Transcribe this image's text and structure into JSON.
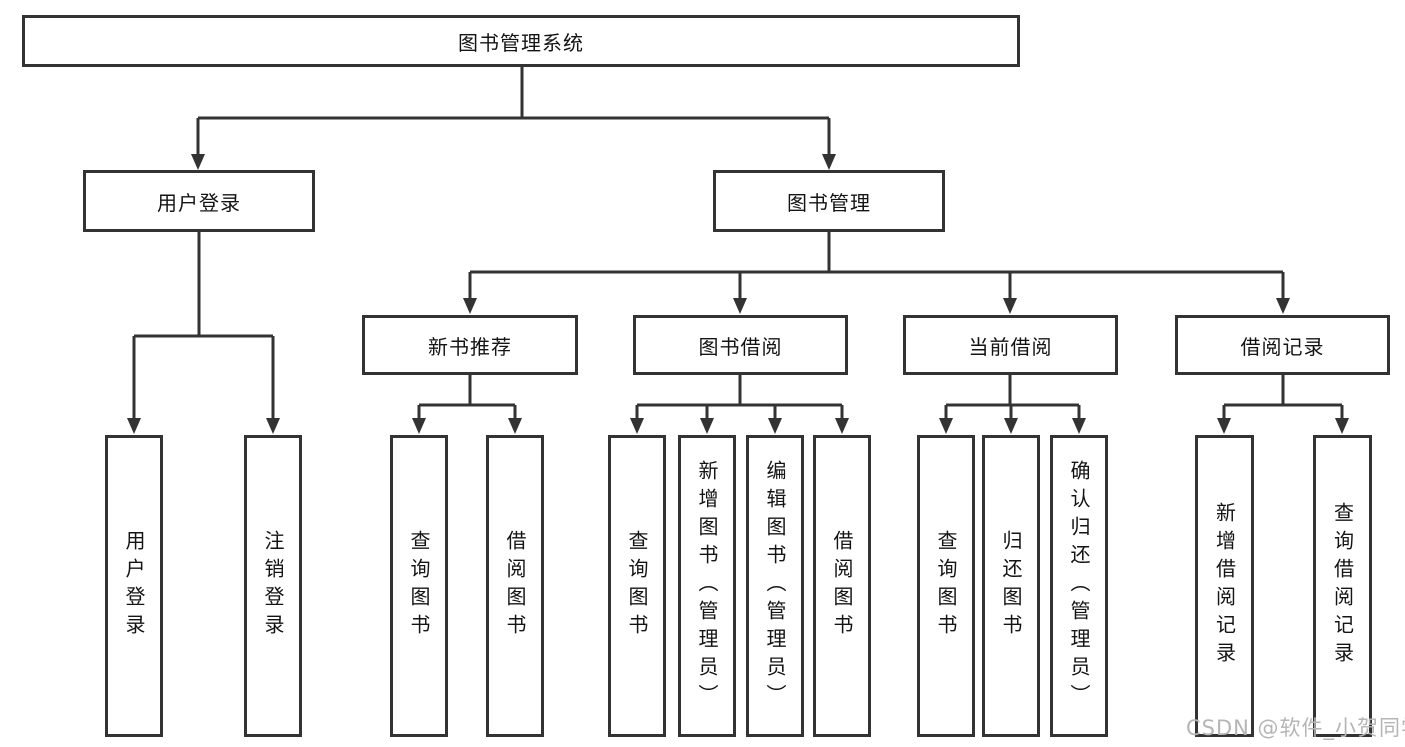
{
  "diagram": {
    "title": "图书管理系统",
    "level2": {
      "user_login": "用户登录",
      "book_management": "图书管理"
    },
    "level3": {
      "new_book_recommend": "新书推荐",
      "book_borrow": "图书借阅",
      "current_borrow": "当前借阅",
      "borrow_records": "借阅记录"
    },
    "leaves": {
      "login": [
        "用户登录",
        "注销登录"
      ],
      "recommend": [
        "查询图书",
        "借阅图书"
      ],
      "borrow": [
        "查询图书",
        "新增图书（管理员）",
        "编辑图书（管理员）",
        "借阅图书"
      ],
      "current": [
        "查询图书",
        "归还图书",
        "确认归还（管理员）"
      ],
      "records": [
        "新增借阅记录",
        "查询借阅记录"
      ]
    }
  },
  "watermark": "CSDN @软件_小贺同学",
  "colors": {
    "line": "#333333",
    "border": "#333333",
    "text": "#141414",
    "watermark": "#b5b5b5",
    "background": "#ffffff"
  }
}
